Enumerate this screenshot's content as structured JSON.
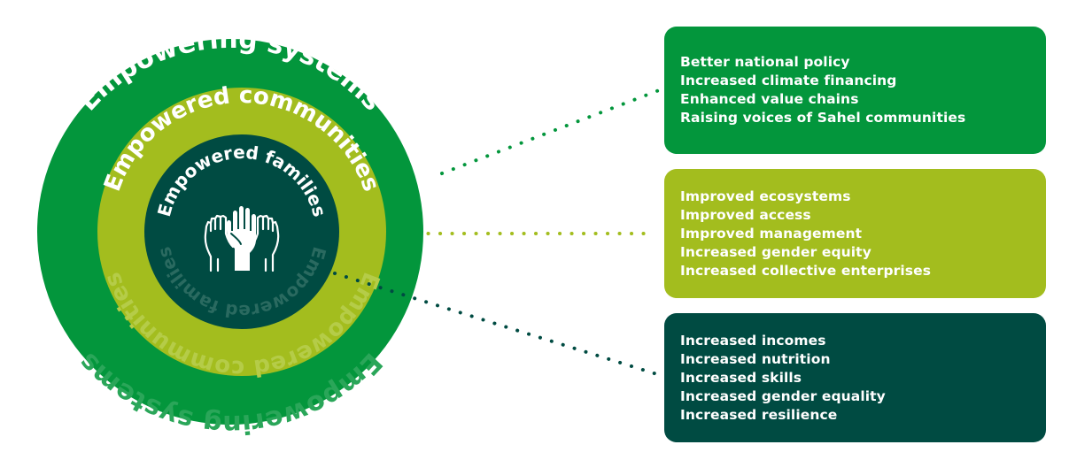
{
  "colors": {
    "systems": "#03963c",
    "communities": "#a3bd1e",
    "families": "#004b42",
    "label": "#ffffff",
    "faded_systems": "#2aa659",
    "faded_communities": "#b5cc48",
    "faded_families": "#2a6a60"
  },
  "rings": [
    {
      "id": "systems",
      "label": "Empowering systems"
    },
    {
      "id": "communities",
      "label": "Empowered communities"
    },
    {
      "id": "families",
      "label": "Empowered families"
    }
  ],
  "center_icon": "raised-hands-icon",
  "outcome_boxes": [
    {
      "id": "systems",
      "items": [
        "Better national policy",
        "Increased climate financing",
        "Enhanced value chains",
        "Raising voices of Sahel communities"
      ]
    },
    {
      "id": "communities",
      "items": [
        "Improved ecosystems",
        "Improved access",
        "Improved management",
        "Increased gender equity",
        "Increased collective enterprises"
      ]
    },
    {
      "id": "families",
      "items": [
        "Increased incomes",
        "Increased nutrition",
        "Increased skills",
        "Increased gender equality",
        "Increased resilience"
      ]
    }
  ]
}
